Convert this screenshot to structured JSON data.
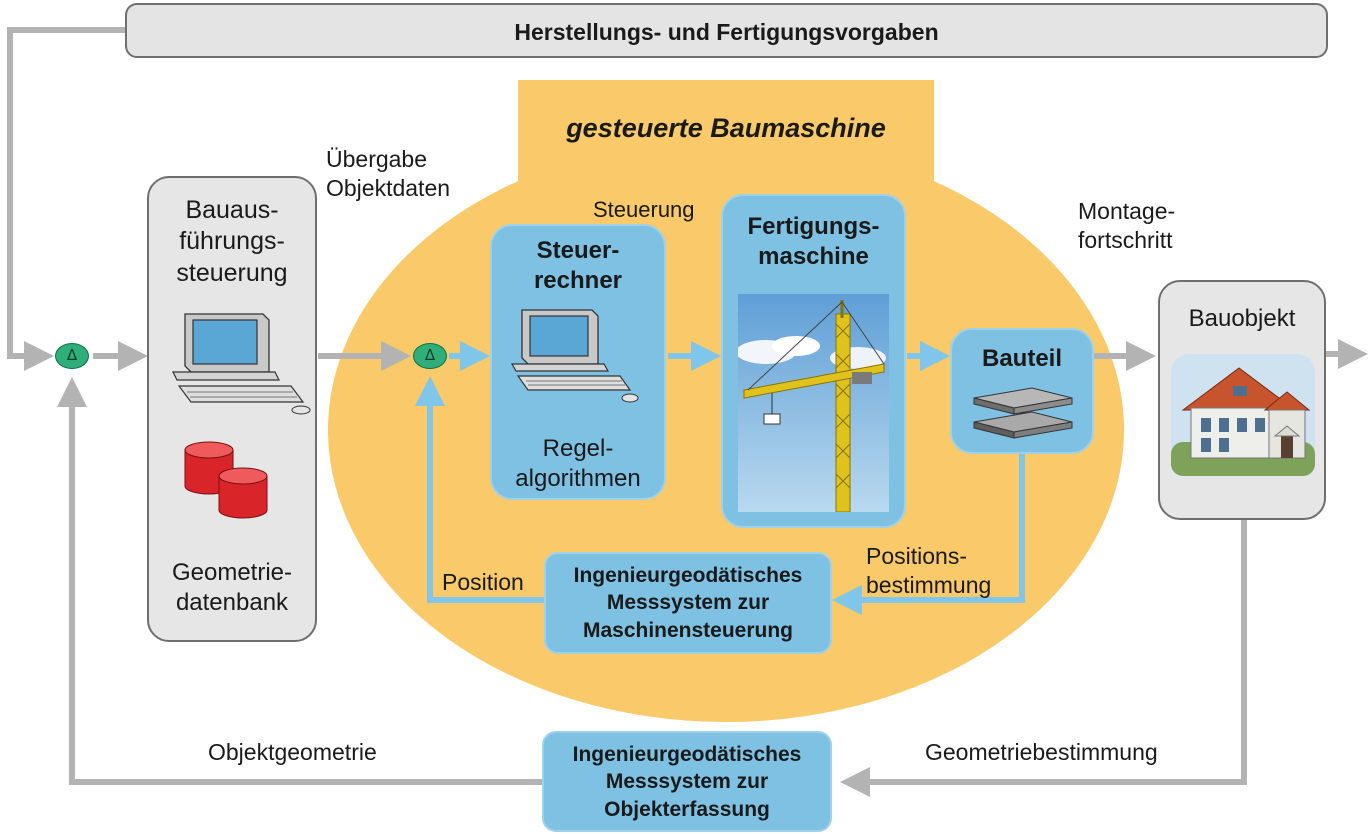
{
  "diagram": {
    "top_bar_label": "Herstellungs- und Fertigungsvorgaben",
    "machine_title": "gesteuerte Baumaschine",
    "uebergabe_label": "Übergabe\nObjektdaten",
    "steuerung_label": "Steuerung",
    "montage_label": "Montage-\nfortschritt",
    "bauaus_label": "Bauaus-\nführungs-\nsteuerung",
    "geometrie_db_label": "Geometrie-\ndatenbank",
    "steuerrechner_label": "Steuer-\nrechner",
    "regel_label": "Regel-\nalgorithmen",
    "fertigung_label": "Fertigungs-\nmaschine",
    "bauteil_label": "Bauteil",
    "bauobjekt_label": "Bauobjekt",
    "position_label": "Position",
    "positionsbestimmung_label": "Positions-\nbestimmung",
    "messsystem_maschine_label": "Ingenieurgeodätisches\nMesssystem zur\nMaschinensteuerung",
    "messsystem_objekt_label": "Ingenieurgeodätisches\nMesssystem zur\nObjekterfassung",
    "objektgeometrie_label": "Objektgeometrie",
    "geometriebestimmung_label": "Geometriebestimmung",
    "delta_symbol": "Δ",
    "colors": {
      "orange": "#f9c96a",
      "blue_box": "#7fc1e3",
      "blue_arrow": "#7fc6ea",
      "gray_box": "#e6e6e6",
      "gray_arrow": "#b3b3b3",
      "delta_green": "#2fae7a",
      "db_red": "#d9252a"
    }
  }
}
